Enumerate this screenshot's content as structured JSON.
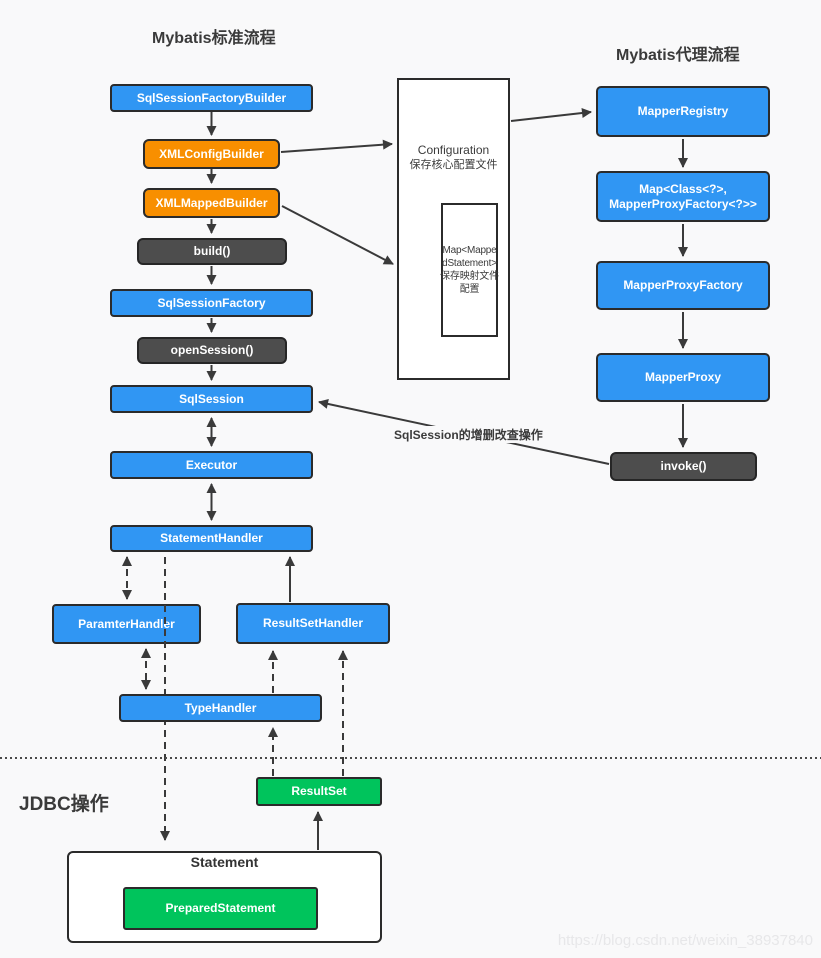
{
  "titles": {
    "standard_flow": "Mybatis标准流程",
    "proxy_flow": "Mybatis代理流程",
    "jdbc": "JDBC操作"
  },
  "nodes": {
    "sql_session_factory_builder": "SqlSessionFactoryBuilder",
    "xml_config_builder": "XMLConfigBuilder",
    "xml_mapped_builder": "XMLMappedBuilder",
    "build": "build()",
    "sql_session_factory": "SqlSessionFactory",
    "open_session": "openSession()",
    "sql_session": "SqlSession",
    "executor": "Executor",
    "statement_handler": "StatementHandler",
    "paramter_handler": "ParamterHandler",
    "result_set_handler": "ResultSetHandler",
    "type_handler": "TypeHandler",
    "mapper_registry": "MapperRegistry",
    "map_class_line1": "Map<Class<?>,",
    "map_class_line2": "MapperProxyFactory<?>>",
    "mapper_proxy_factory": "MapperProxyFactory",
    "mapper_proxy": "MapperProxy",
    "invoke": "invoke()",
    "result_set": "ResultSet",
    "statement": "Statement",
    "prepared_statement": "PreparedStatement"
  },
  "configuration": {
    "title": "Configuration",
    "subtitle": "保存核心配置文件",
    "map_box": {
      "line1": "Map<Mappe",
      "line2": "dStatement>",
      "line3": "保存映射文件",
      "line4": "配置"
    }
  },
  "labels": {
    "sqlsession_ops": "SqlSession的增删改查操作"
  },
  "watermark": "https://blog.csdn.net/weixin_38937840",
  "colors": {
    "blue": "#3096F3",
    "orange": "#F88F00",
    "dark_gray": "#4D4D4D",
    "green": "#00C45C",
    "line": "#3A3A3A",
    "background": "#F9F9FA"
  }
}
